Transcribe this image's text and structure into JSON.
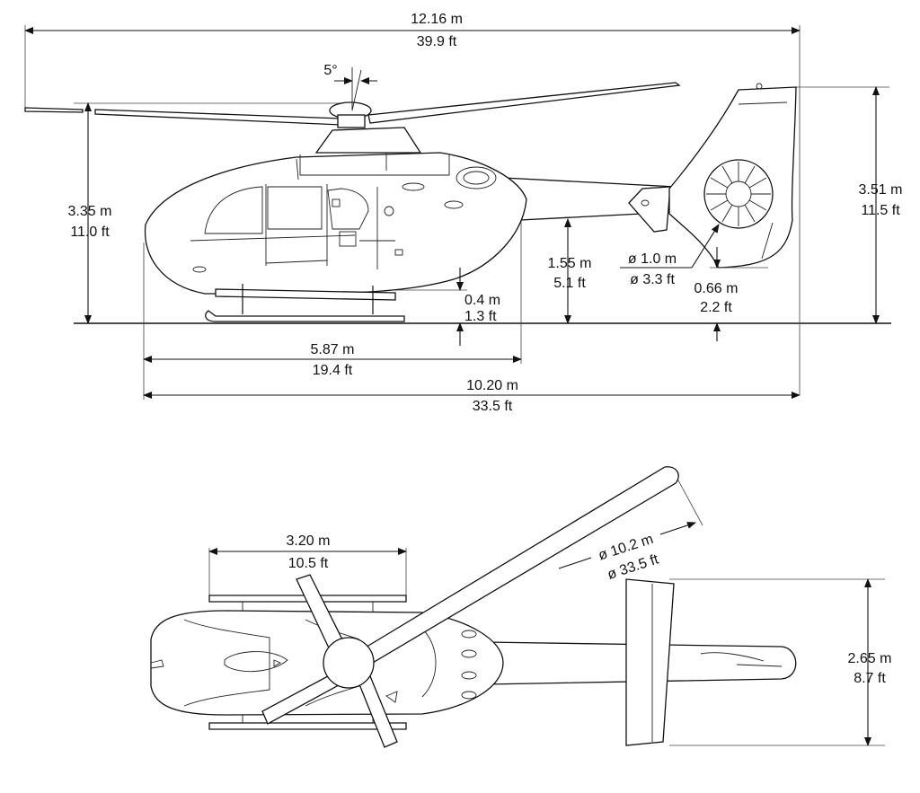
{
  "side_view": {
    "overall_length": {
      "metric": "12.16 m",
      "imperial": "39.9 ft"
    },
    "rotor_tilt": {
      "value": "5°"
    },
    "rotor_height": {
      "metric": "3.35 m",
      "imperial": "11.0 ft"
    },
    "tail_height": {
      "metric": "3.51 m",
      "imperial": "11.5 ft"
    },
    "tailboom_clearance": {
      "metric": "1.55 m",
      "imperial": "5.1 ft"
    },
    "fenestron_diameter": {
      "metric": "ø 1.0 m",
      "imperial": "ø 3.3 ft"
    },
    "fenestron_clearance": {
      "metric": "0.66 m",
      "imperial": "2.2 ft"
    },
    "skid_clearance": {
      "metric": "0.4 m",
      "imperial": "1.3 ft"
    },
    "fuselage_to_boom": {
      "metric": "5.87 m",
      "imperial": "19.4 ft"
    },
    "fuselage_length": {
      "metric": "10.20 m",
      "imperial": "33.5 ft"
    }
  },
  "top_view": {
    "skid_width": {
      "metric": "3.20 m",
      "imperial": "10.5 ft"
    },
    "rotor_diameter": {
      "metric": "ø 10.2 m",
      "imperial": "ø 33.5 ft"
    },
    "stabilizer_span": {
      "metric": "2.65 m",
      "imperial": "8.7 ft"
    }
  }
}
